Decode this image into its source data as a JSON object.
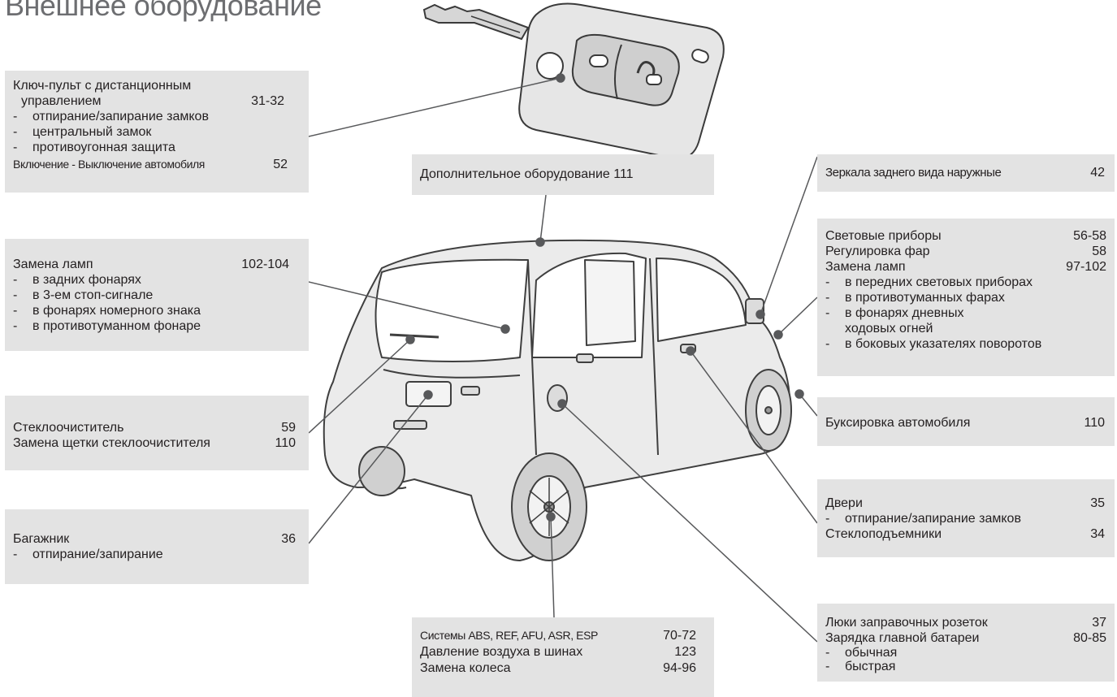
{
  "title": "Внешнее оборудование",
  "key_fob": {
    "line1": "Ключ-пульт с дистанционным",
    "line2": "управлением",
    "pages": "31-32",
    "items": [
      "отпирание/запирание замков",
      "центральный замок",
      "противоугонная защита"
    ],
    "ignition": "Включение - Выключение автомобиля",
    "ignition_pages": "52"
  },
  "extra_equipment": {
    "label": "Дополнительное оборудование",
    "pages": "111"
  },
  "mirrors": {
    "label": "Зеркала заднего вида наружные",
    "pages": "42"
  },
  "rear_lamps": {
    "label": "Замена ламп",
    "pages": "102-104",
    "items": [
      "в задних фонарях",
      "в 3-ем стоп-сигнале",
      "в фонарях номерного знака",
      "в противотуманном фонаре"
    ]
  },
  "lighting": {
    "label1": "Световые приборы",
    "pages1": "56-58",
    "label2": "Регулировка фар",
    "pages2": "58",
    "label3": "Замена ламп",
    "pages3": "97-102",
    "items": [
      "в передних световых приборах",
      "в противотуманных фарах",
      "в фонарях дневных",
      "в боковых указателях поворотов"
    ],
    "items_cont": "ходовых огней"
  },
  "wiper": {
    "label1": "Стеклоочиститель",
    "pages1": "59",
    "label2": "Замена щетки стеклоочистителя",
    "pages2": "110"
  },
  "towing": {
    "label": "Буксировка автомобиля",
    "pages": "110"
  },
  "trunk": {
    "label": "Багажник",
    "pages": "36",
    "item": "отпирание/запирание"
  },
  "doors": {
    "label1": "Двери",
    "pages1": "35",
    "item": "отпирание/запирание замков",
    "label2": "Стеклоподъемники",
    "pages2": "34"
  },
  "brakes": {
    "label1": "Системы ABS, REF, AFU, ASR, ESP",
    "pages1": "70-72",
    "label2": "Давление воздуха в шинах",
    "pages2": "123",
    "label3": "Замена колеса",
    "pages3": "94-96"
  },
  "charging": {
    "label1": "Люки заправочных розеток",
    "pages1": "37",
    "label2": "Зарядка главной батареи",
    "pages2": "80-85",
    "items": [
      "обычная",
      "быстрая"
    ]
  },
  "icons": {
    "fob": "key-fob-illustration",
    "car": "car-rear-illustration"
  },
  "colors": {
    "box": "#e3e3e3",
    "line": "#58595b",
    "title": "#6d6e71"
  }
}
